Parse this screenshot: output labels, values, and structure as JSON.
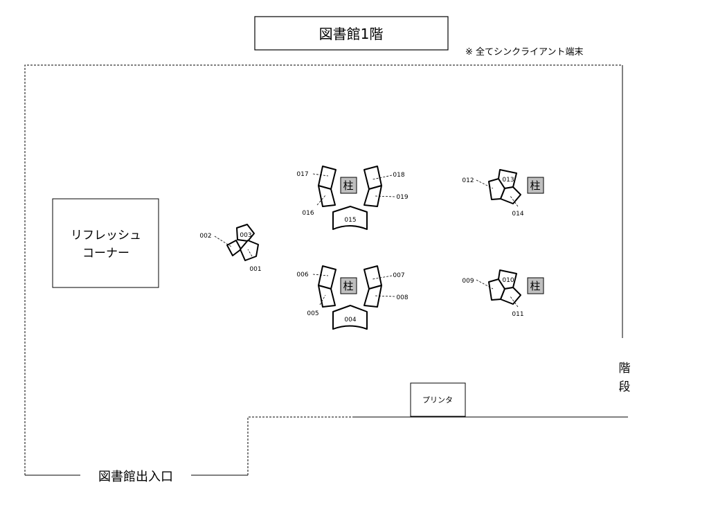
{
  "title": "図書館1階",
  "note": "※  全てシンクライアント端末",
  "refresh_corner": {
    "line1": "リフレッシュ",
    "line2": "コーナー"
  },
  "entrance": "図書館出入口",
  "stairs": {
    "line1": "階",
    "line2": "段"
  },
  "printer": "プリンタ",
  "pillar_label": "柱",
  "terminals": {
    "t001": "001",
    "t002": "002",
    "t003": "003",
    "t004": "004",
    "t005": "005",
    "t006": "006",
    "t007": "007",
    "t008": "008",
    "t009": "009",
    "t010": "010",
    "t011": "011",
    "t012": "012",
    "t013": "013",
    "t014": "014",
    "t015": "015",
    "t016": "016",
    "t017": "017",
    "t018": "018",
    "t019": "019"
  }
}
